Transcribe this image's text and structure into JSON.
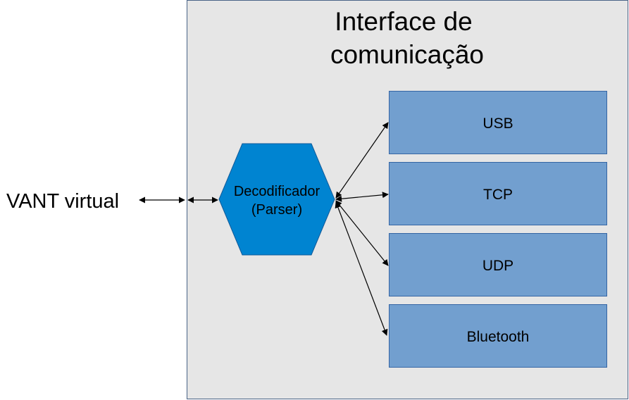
{
  "external": {
    "label": "VANT virtual"
  },
  "container": {
    "title_line1": "Interface de",
    "title_line2": "comunicação"
  },
  "parser": {
    "line1": "Decodificador",
    "line2": "(Parser)"
  },
  "channels": [
    "USB",
    "TCP",
    "UDP",
    "Bluetooth"
  ],
  "colors": {
    "container_fill": "#e6e6e6",
    "container_stroke": "#4a6487",
    "box_fill": "#729fcf",
    "box_stroke": "#3465a4",
    "hexagon_fill": "#0084d1",
    "hexagon_stroke": "#0f5a9a",
    "arrow": "#000000"
  }
}
